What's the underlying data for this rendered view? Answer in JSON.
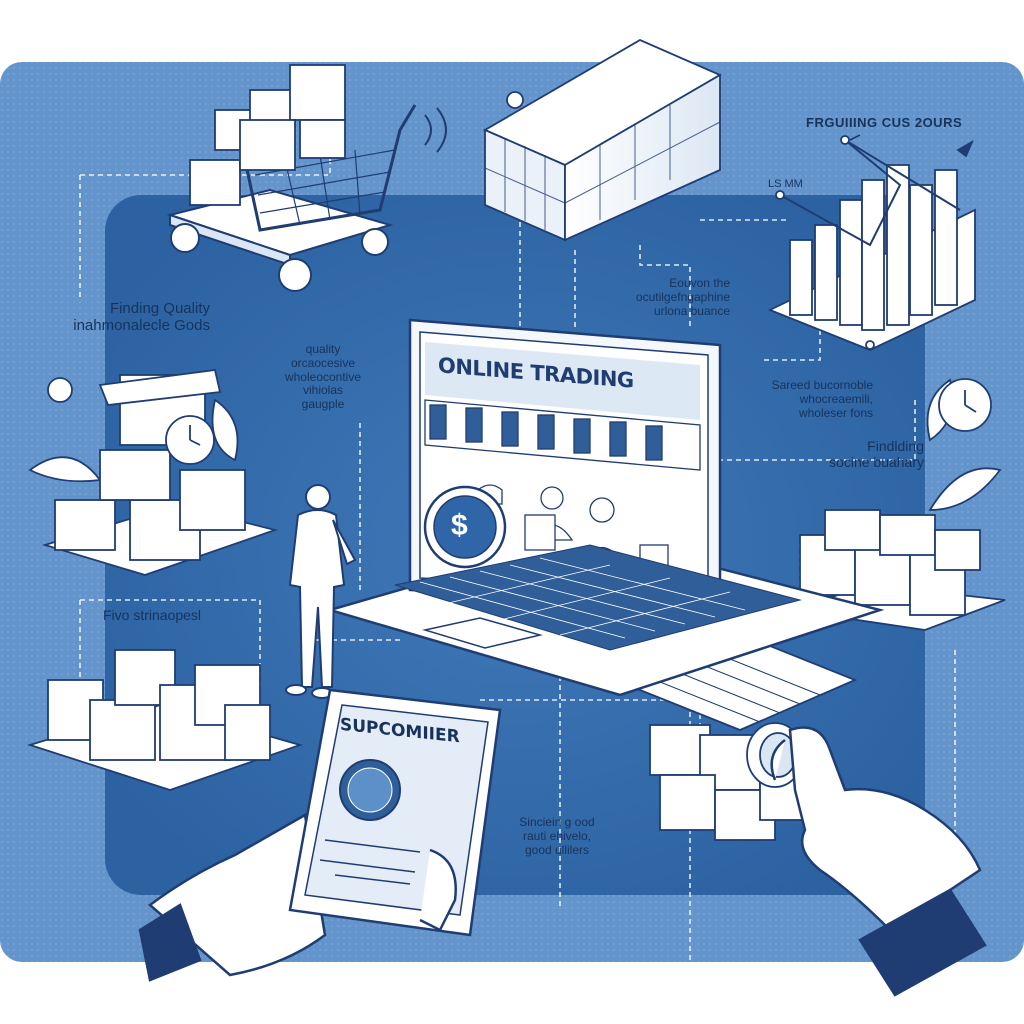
{
  "labels": {
    "top_right_heading": "FRGUIIING CUS 2OURS",
    "chart_tag": "LS MM",
    "left_heading": "Finding Quality\ninahmonalecle Gods",
    "mid_left_text": "quality\norcaocesive\nwholeocontive\nvihiolas\ngaugple",
    "top_mid_text": "Eouvon the\nocutilgefngaphine\nurlona buance",
    "right_text": "Sareed bucornoble\nwhocreaemili,\nwholeser fons",
    "right_heading": "Findlding\nsocine buahary",
    "left_lower_heading": "Fivo strinaopesl",
    "bottom_text": "Sinciein g ood\nrauti ehivelo,\ngood ullilers"
  },
  "laptop": {
    "screen_title": "ONLINE TRADING",
    "coin_symbol": "$"
  },
  "phone": {
    "screen_title": "SUPCOMIIER"
  },
  "colors": {
    "background_outer": "#5f90c8",
    "background_inner": "#2f67a8",
    "accent": "#1f3d72",
    "paper": "#ffffff"
  }
}
